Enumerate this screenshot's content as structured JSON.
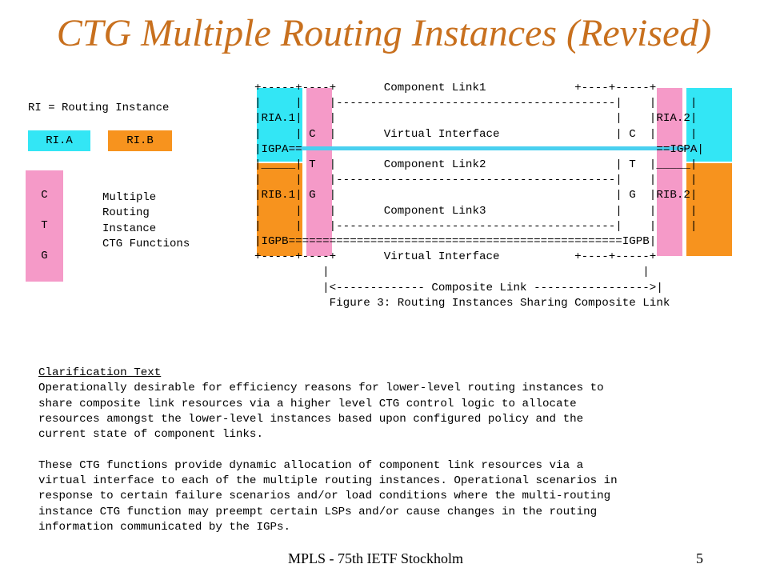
{
  "title": "CTG Multiple Routing Instances (Revised)",
  "legend": {
    "definition": "RI = Routing Instance",
    "ri_a": "RI.A",
    "ri_b": "RI.B",
    "ctg_letters": [
      "C",
      "T",
      "G"
    ],
    "ctg_description": [
      "Multiple",
      "Routing",
      "Instance",
      "CTG Functions"
    ]
  },
  "diagram": {
    "lines": [
      "+-----+----+       Component Link1             +----+-----+",
      "|     |    |-----------------------------------------|    |     |",
      "|RIA.1|    |                                         |    |RIA.2|",
      "|     | C  |       Virtual Interface                 | C  |     |",
      "|IGPA==                                                    ==IGPA|",
      "|_____| T  |       Component Link2                   | T  |_____|",
      "|     |    |-----------------------------------------|    |     |",
      "|RIB.1| G  |                                         | G  |RIB.2|",
      "|     |    |       Component Link3                   |    |     |",
      "|     |    |-----------------------------------------|    |     |",
      "|IGPB=================================================IGPB|",
      "+-----+----+       Virtual Interface           +----+-----+",
      "          |                                              |",
      "          |<------------- Composite Link ----------------->|",
      "           Figure 3: Routing Instances Sharing Composite Link"
    ],
    "colors": {
      "ri_a": "#33e6f5",
      "ri_b": "#f7931e",
      "ctg": "#f59ac8",
      "virtual_interface": "#49d0f0"
    }
  },
  "clarification": {
    "heading": "Clarification Text",
    "paragraph1": "Operationally desirable for efficiency reasons for lower-level routing instances to\nshare composite link resources via a higher level CTG control logic to allocate\nresources amongst the lower-level instances based upon configured policy and the\ncurrent state of component links.",
    "paragraph2": "These CTG functions provide dynamic allocation of component link resources via a\nvirtual interface to each of the multiple routing instances. Operational scenarios in\nresponse to certain failure scenarios and/or load conditions where the multi-routing\ninstance CTG function may preempt certain LSPs and/or cause changes in the routing\ninformation communicated by the IGPs."
  },
  "footer": {
    "left": "MPLS - 75th IETF Stockholm",
    "page_number": "5"
  }
}
